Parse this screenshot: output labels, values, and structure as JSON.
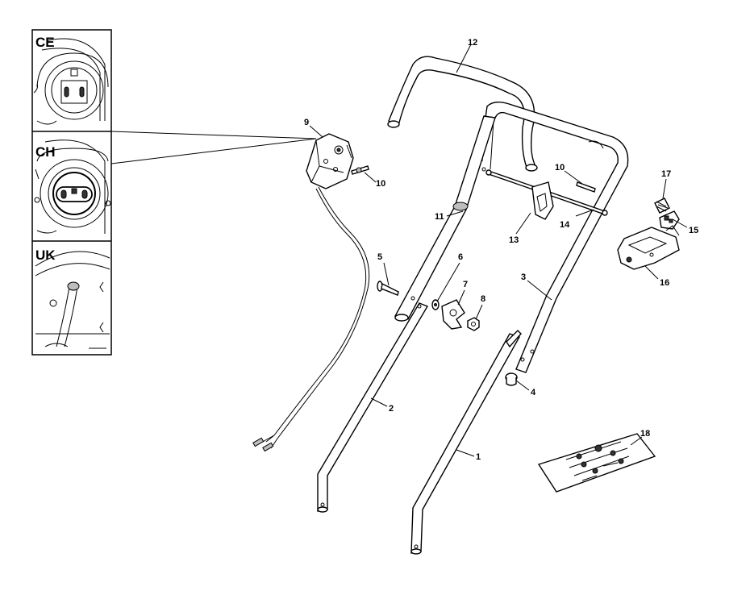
{
  "inset_regions": [
    {
      "id": "ce",
      "label": "CE"
    },
    {
      "id": "ch",
      "label": "CH"
    },
    {
      "id": "uk",
      "label": "UK"
    }
  ],
  "callouts": {
    "c1": "1",
    "c2": "2",
    "c3": "3",
    "c4": "4",
    "c5": "5",
    "c6": "6",
    "c7": "7",
    "c8": "8",
    "c9": "9",
    "c10a": "10",
    "c10b": "10",
    "c11": "11",
    "c12": "12",
    "c13": "13",
    "c14": "14",
    "c15": "15",
    "c16": "16",
    "c17": "17",
    "c18": "18"
  }
}
